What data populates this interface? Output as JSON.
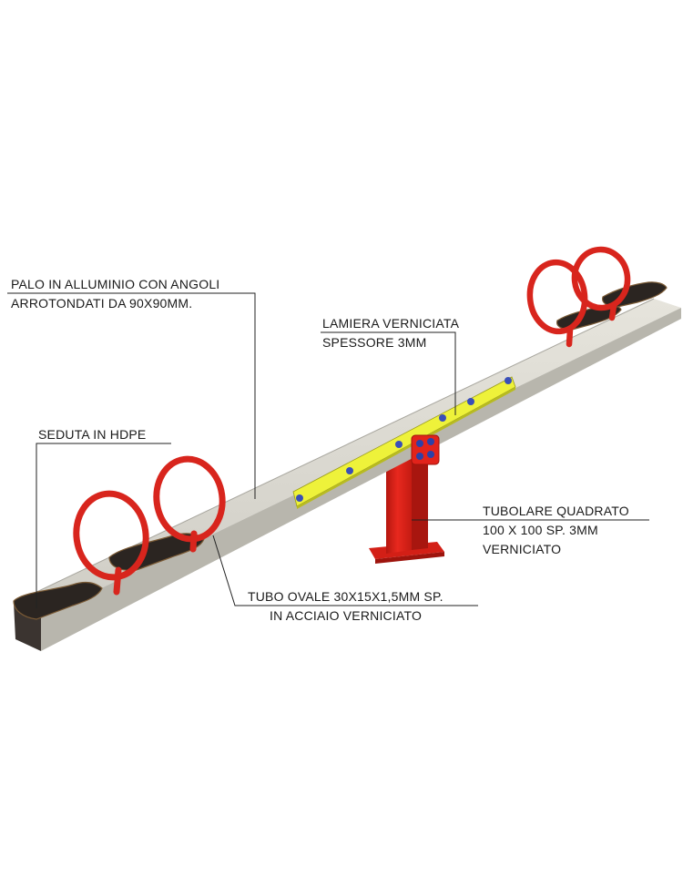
{
  "labels": {
    "palo_line1": "PALO IN ALLUMINIO CON ANGOLI",
    "palo_line2": "ARROTONDATI DA 90X90MM.",
    "lamiera_line1": "LAMIERA VERNICIATA",
    "lamiera_line2": "SPESSORE 3MM",
    "seduta": "SEDUTA IN HDPE",
    "tubolare_line1": "TUBOLARE QUADRATO",
    "tubolare_line2": "100 X 100 SP. 3MM",
    "tubolare_line3": "VERNICIATO",
    "tubo_line1": "TUBO OVALE 30X15X1,5MM SP.",
    "tubo_line2": "IN ACCIAIO VERNICIATO"
  },
  "colors": {
    "beam": "#d4d2ca",
    "beam_shadow": "#b3b1a8",
    "plate": "#eef23a",
    "post": "#e2231b",
    "post_shadow": "#a8160f",
    "handle": "#d8251d",
    "seat": "#2b2521",
    "bolt": "#3a4fb8",
    "leader": "#222222"
  }
}
